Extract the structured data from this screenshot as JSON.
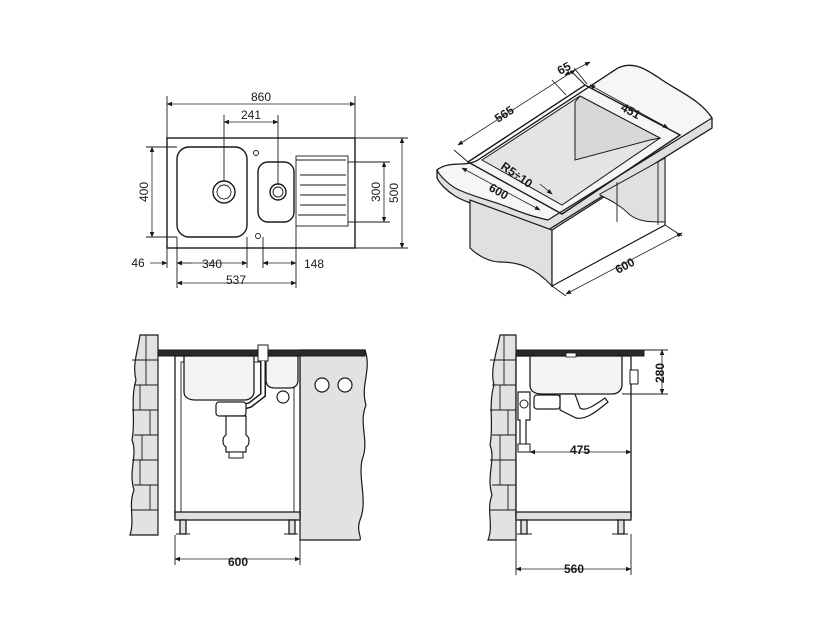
{
  "top_view": {
    "width_total": "860",
    "distance_between_drains": "241",
    "height_overall": "400",
    "height_small_bowl": "300",
    "height_total": "500",
    "left_margin": "46",
    "big_bowl_width": "340",
    "small_bowl_width": "148",
    "drain_span": "537"
  },
  "iso_view": {
    "edge_depth": "65",
    "inner_length": "565",
    "inner_width": "451",
    "corner_radius": "R5÷10",
    "front_width": "600",
    "cabinet_depth": "600"
  },
  "front_section": {
    "cabinet_width": "600"
  },
  "side_section": {
    "bowl_depth": "280",
    "siphon_reach": "475",
    "cabinet_depth": "560"
  },
  "colors": {
    "line": "#1a1a1a",
    "fill_grey": "#e0e0e0",
    "background": "#ffffff"
  }
}
